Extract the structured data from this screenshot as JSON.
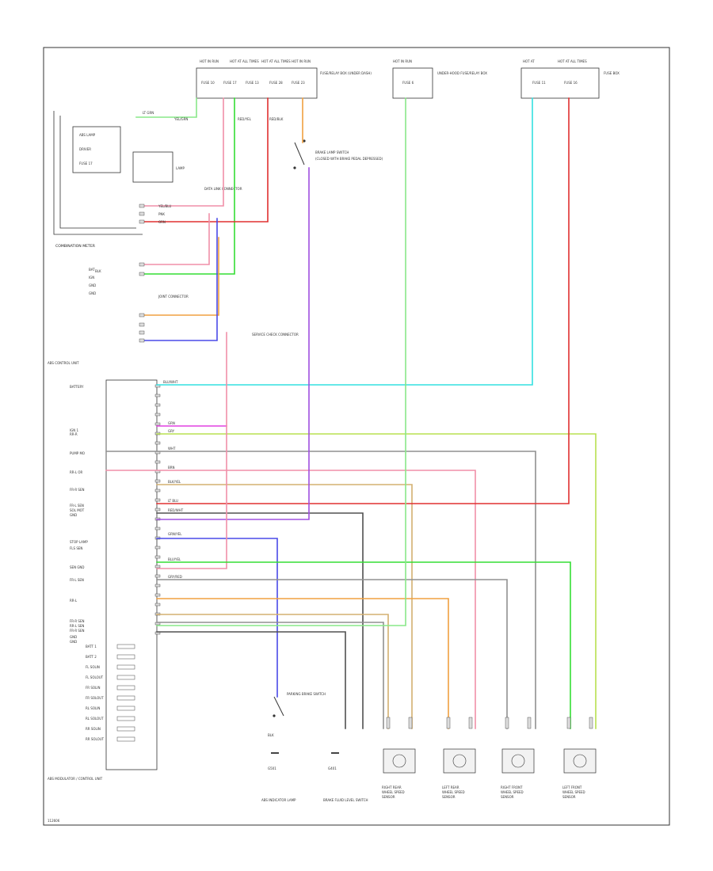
{
  "diagram": {
    "figure_number": "112606",
    "colors": {
      "border": "#333333",
      "lt_green": "#88e888",
      "green": "#33dd33",
      "cyan": "#33e0e0",
      "red": "#e03030",
      "pink": "#f08fa8",
      "orange": "#f0a040",
      "tan": "#d4b070",
      "purple": "#a050e0",
      "blue": "#4a4ae8",
      "gray": "#909090",
      "dark_gray": "#505050",
      "yellow_green": "#b8e050",
      "magenta": "#e040e0"
    },
    "fuse_panel": {
      "top_labels": [
        "HOT IN RUN",
        "HOT AT ALL TIMES",
        "HOT AT ALL TIMES",
        "HOT IN RUN"
      ],
      "fuse_labels": [
        "FUSE 10",
        "FUSE 17",
        "FUSE 13",
        "FUSE 28",
        "FUSE 23"
      ],
      "desc": "FUSE/RELAY BOX (UNDER DASH)"
    },
    "center_fuse": {
      "top_label": "HOT IN RUN",
      "fuse_label": "FUSE 6",
      "desc": "UNDER-HOOD FUSE/RELAY BOX"
    },
    "right_fuse": {
      "top_labels": [
        "HOT AT",
        "HOT AT ALL TIMES"
      ],
      "fuse_labels": [
        "FUSE 11",
        "FUSE 16"
      ],
      "desc": "FUSE BOX"
    },
    "combination_meter": {
      "label": "COMBINATION METER",
      "items": [
        "ABS LAMP",
        "DRIVER",
        "FUSE 17"
      ],
      "lamp": "LAMP"
    },
    "brake_switch": {
      "label": "BRAKE LAMP SWITCH",
      "sub": "(CLOSED WITH BRAKE PEDAL DEPRESSED)"
    },
    "dlc_connector": {
      "label": "DATA LINK CONNECTOR"
    },
    "junction_connector": {
      "label": "JOINT CONNECTOR",
      "pins": [
        "BAT",
        "IGN",
        "GND",
        "GND"
      ]
    },
    "diagnostic_connector": {
      "label": "SERVICE CHECK CONNECTOR"
    },
    "abs_module": {
      "label": "ABS CONTROL UNIT",
      "pins": [
        "BATTERY",
        "IGN 1",
        "RR-R",
        "PUMP MO",
        "RR-L OR",
        "FR-R SEN",
        "FR-L SEN",
        "SOL MOT",
        "GND",
        "STOP LAMP",
        "FLS SEN",
        "SEN GND",
        "FR-L SEN",
        "RR-L",
        "FR-R SEN",
        "RR-L SEN",
        "FR-R SEN",
        "GND",
        "GND"
      ],
      "lower_items": [
        "BATT 1",
        "BATT 2",
        "FL SOLIN",
        "FL SOLOUT",
        "FR SOLIN",
        "FR SOLOUT",
        "RL SOLIN",
        "RL SOLOUT",
        "RR SOLIN",
        "RR SOLOUT"
      ],
      "footer": "ABS MODULATOR / CONTROL UNIT"
    },
    "wire_labels": [
      "LT GRN",
      "YEL/GRN",
      "RED/YEL",
      "RED/BLK",
      "YEL/BLU",
      "PNK",
      "ORN",
      "BLK",
      "BLU/WHT",
      "GRN",
      "GRY",
      "WHT",
      "BRN",
      "BLK/YEL",
      "LT BLU",
      "RED/WHT",
      "GRN/YEL",
      "BLU/YEL",
      "GRY/RED"
    ],
    "parking_switch": {
      "label": "PARKING BRAKE SWITCH",
      "sub": "BLK"
    },
    "ground_labels": [
      "G501",
      "G401"
    ],
    "sensors": [
      {
        "label": "RIGHT REAR WHEEL SPEED SENSOR"
      },
      {
        "label": "LEFT REAR WHEEL SPEED SENSOR"
      },
      {
        "label": "RIGHT FRONT WHEEL SPEED SENSOR"
      },
      {
        "label": "LEFT FRONT WHEEL SPEED SENSOR"
      }
    ],
    "bottom_labels": [
      "ABS INDICATOR LAMP",
      "BRAKE FLUID LEVEL SWITCH"
    ]
  }
}
